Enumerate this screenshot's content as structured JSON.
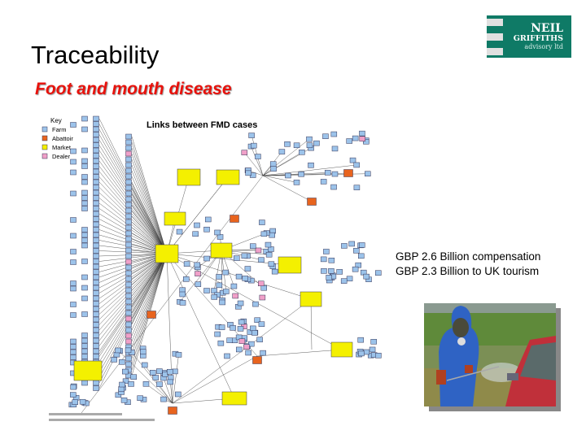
{
  "slide": {
    "title": "Traceability",
    "subtitle": "Foot and mouth disease"
  },
  "logo": {
    "line1": "NEIL",
    "line2": "GRIFFITHS",
    "line3": "advisory ltd"
  },
  "diagram": {
    "title": "Links between FMD cases",
    "key_label": "Key",
    "legend": [
      {
        "label": "Farm",
        "color": "#9cc3ea"
      },
      {
        "label": "Abattoir",
        "color": "#e8641e"
      },
      {
        "label": "Market",
        "color": "#f4f000"
      },
      {
        "label": "Dealer",
        "color": "#f0a0c8"
      }
    ]
  },
  "stats": {
    "line1": "GBP 2.6 Billion compensation",
    "line2": "GBP 2.3 Billion to UK tourism"
  }
}
